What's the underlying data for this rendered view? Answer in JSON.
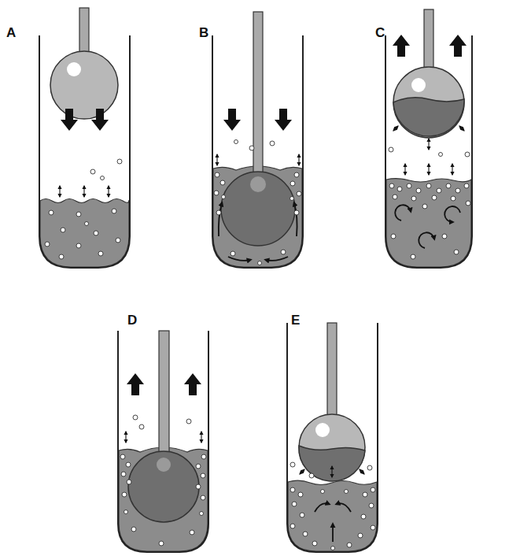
{
  "diagram": {
    "labels": [
      "A",
      "B",
      "C",
      "D",
      "E"
    ]
  }
}
